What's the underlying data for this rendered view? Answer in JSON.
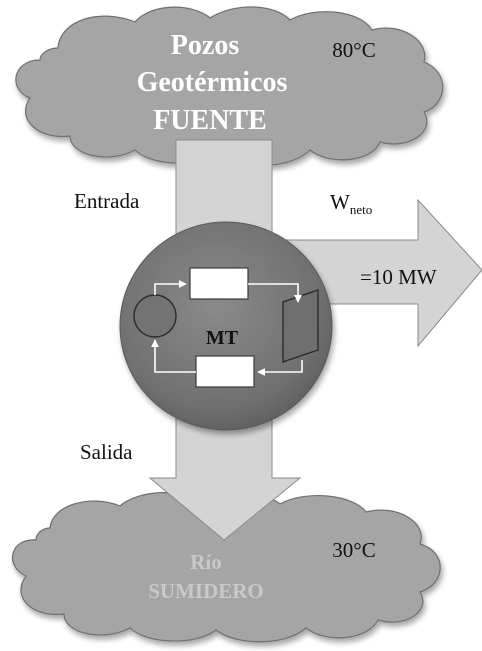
{
  "source": {
    "line1": "Pozos",
    "line2": "Geotérmicos",
    "line3": "FUENTE",
    "temperature": "80°C"
  },
  "sink": {
    "line1": "Río",
    "line2": "SUMIDERO",
    "temperature": "30°C"
  },
  "engine": {
    "label": "MT"
  },
  "flows": {
    "input_label": "Entrada",
    "output_label": "Salida",
    "work_symbol": "W",
    "work_subscript": "neto",
    "work_value": "=10 MW"
  },
  "colors": {
    "cloud_fill": "#a5a5a5",
    "cloud_stroke": "#6f6f6f",
    "arrow_fill": "#d4d4d4",
    "arrow_stroke": "#888888",
    "engine_fill": "#767676",
    "source_text": "#ffffff",
    "sink_text": "#c9c9c9"
  }
}
